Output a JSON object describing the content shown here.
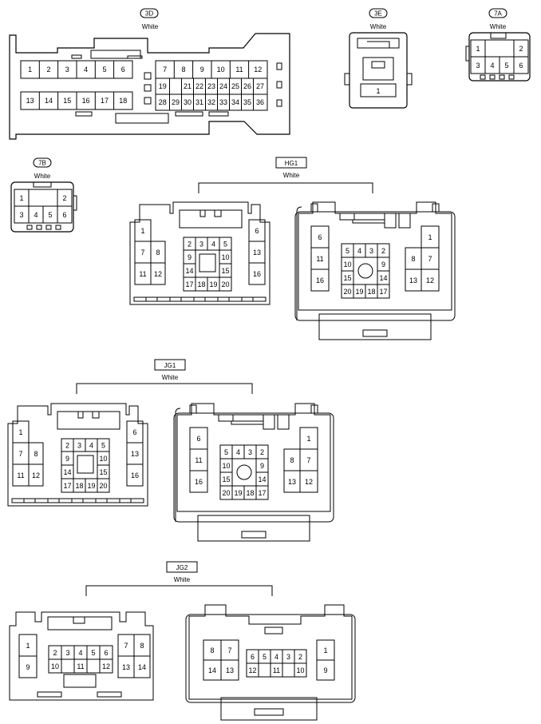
{
  "connectors": {
    "c3D": {
      "id": "3D",
      "color": "White",
      "pins": [
        "1",
        "2",
        "3",
        "4",
        "5",
        "6",
        "13",
        "14",
        "15",
        "16",
        "17",
        "18",
        "7",
        "8",
        "9",
        "10",
        "11",
        "12",
        "19",
        "21",
        "22",
        "23",
        "24",
        "25",
        "26",
        "27",
        "28",
        "29",
        "30",
        "31",
        "32",
        "33",
        "34",
        "35",
        "36"
      ]
    },
    "c3E": {
      "id": "3E",
      "color": "White",
      "pins": [
        "1"
      ]
    },
    "c7A": {
      "id": "7A",
      "color": "White",
      "pins": [
        "1",
        "2",
        "3",
        "4",
        "5",
        "6"
      ]
    },
    "c7B": {
      "id": "7B",
      "color": "White",
      "pins": [
        "1",
        "2",
        "3",
        "4",
        "5",
        "6"
      ]
    },
    "hg1": {
      "id": "HG1",
      "color": "White"
    },
    "jg1": {
      "id": "JG1",
      "color": "White"
    },
    "jg2": {
      "id": "JG2",
      "color": "White"
    }
  },
  "views": {
    "hg1_left": [
      "1",
      "6",
      "7",
      "8",
      "11",
      "12",
      "13",
      "16",
      "2",
      "3",
      "4",
      "5",
      "9",
      "10",
      "14",
      "15",
      "17",
      "18",
      "19",
      "20"
    ],
    "hg1_right": [
      "6",
      "1",
      "11",
      "8",
      "7",
      "16",
      "13",
      "12",
      "5",
      "4",
      "3",
      "2",
      "10",
      "9",
      "15",
      "14",
      "20",
      "19",
      "18",
      "17"
    ],
    "jg1_left": [
      "1",
      "6",
      "7",
      "8",
      "11",
      "12",
      "13",
      "16",
      "2",
      "3",
      "4",
      "5",
      "9",
      "10",
      "14",
      "15",
      "17",
      "18",
      "19",
      "20"
    ],
    "jg1_right": [
      "6",
      "1",
      "11",
      "8",
      "7",
      "16",
      "13",
      "12",
      "5",
      "4",
      "3",
      "2",
      "10",
      "9",
      "15",
      "14",
      "20",
      "19",
      "18",
      "17"
    ],
    "jg2_left": [
      "1",
      "9",
      "7",
      "8",
      "13",
      "14",
      "2",
      "3",
      "4",
      "5",
      "6",
      "10",
      "11",
      "12"
    ],
    "jg2_right": [
      "8",
      "7",
      "14",
      "13",
      "1",
      "9",
      "6",
      "5",
      "4",
      "3",
      "2",
      "12",
      "11",
      "10"
    ]
  }
}
